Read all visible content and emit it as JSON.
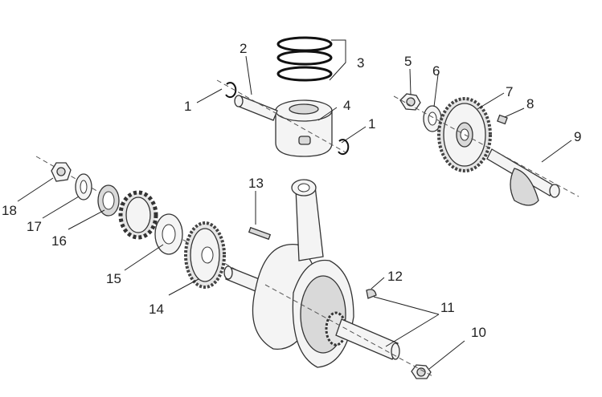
{
  "diagram": {
    "callouts": [
      {
        "id": "c1a",
        "label": "1"
      },
      {
        "id": "c1b",
        "label": "1"
      },
      {
        "id": "c2",
        "label": "2"
      },
      {
        "id": "c3",
        "label": "3"
      },
      {
        "id": "c4",
        "label": "4"
      },
      {
        "id": "c5",
        "label": "5"
      },
      {
        "id": "c6",
        "label": "6"
      },
      {
        "id": "c7",
        "label": "7"
      },
      {
        "id": "c8",
        "label": "8"
      },
      {
        "id": "c9",
        "label": "9"
      },
      {
        "id": "c10",
        "label": "10"
      },
      {
        "id": "c11",
        "label": "11"
      },
      {
        "id": "c12",
        "label": "12"
      },
      {
        "id": "c13",
        "label": "13"
      },
      {
        "id": "c14",
        "label": "14"
      },
      {
        "id": "c15",
        "label": "15"
      },
      {
        "id": "c16",
        "label": "16"
      },
      {
        "id": "c17",
        "label": "17"
      },
      {
        "id": "c18",
        "label": "18"
      }
    ]
  },
  "colors": {
    "line": "#333333",
    "background": "#ffffff"
  }
}
